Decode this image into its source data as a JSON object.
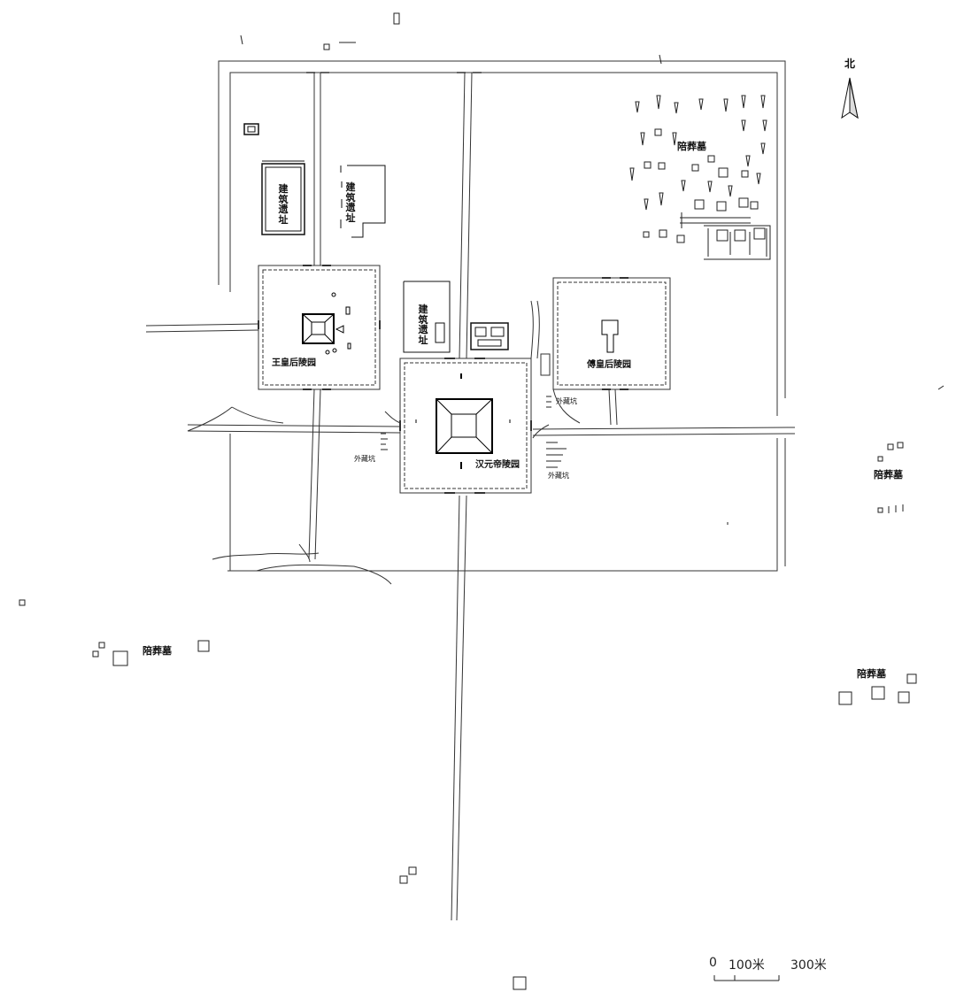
{
  "map": {
    "north_label": "北",
    "labels": {
      "emperor_yuan": "汉元帝陵园",
      "empress_wang": "王皇后陵园",
      "empress_fu": "傅皇后陵园",
      "building_site": "建筑遗址",
      "satellite_tombs": "陪葬墓",
      "outer_pits": "外藏坑"
    },
    "scale": {
      "tick_0": "0",
      "tick_100": "100米",
      "tick_300": "300米"
    }
  }
}
